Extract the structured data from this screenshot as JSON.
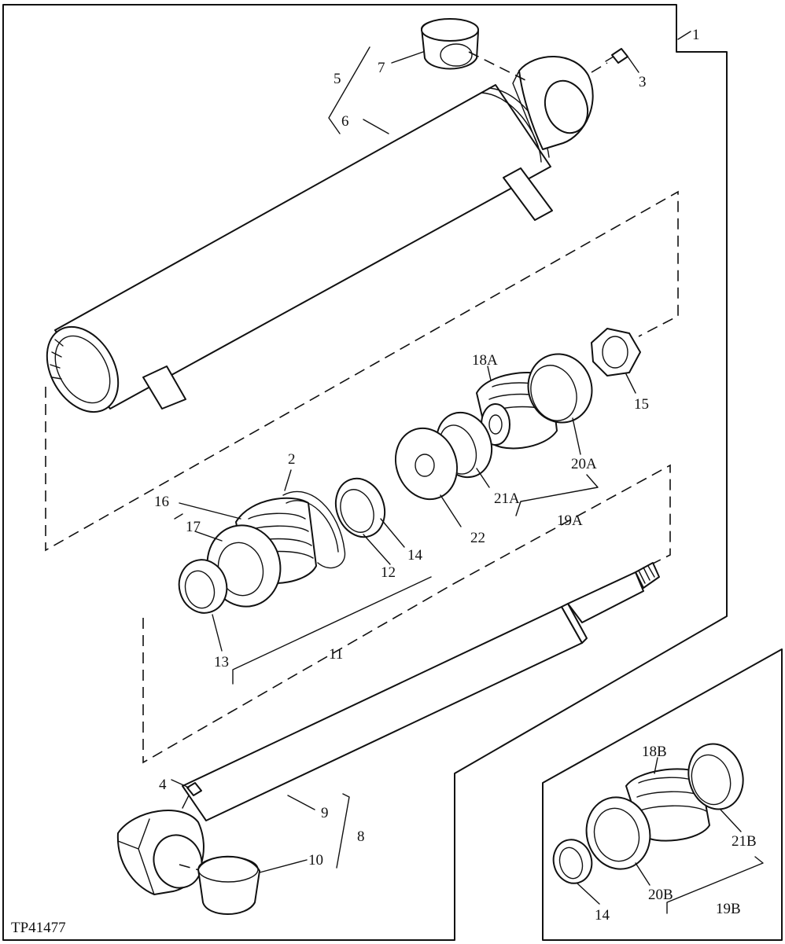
{
  "figure_id": "TP41477",
  "labels": {
    "l1": "1",
    "l2": "2",
    "l3": "3",
    "l4": "4",
    "l5": "5",
    "l6": "6",
    "l7": "7",
    "l8": "8",
    "l9": "9",
    "l10": "10",
    "l11": "11",
    "l12": "12",
    "l13": "13",
    "l14": "14",
    "l15": "15",
    "l16": "16",
    "l17": "17",
    "l18a": "18A",
    "l19a": "19A",
    "l20a": "20A",
    "l21a": "21A",
    "l22": "22",
    "l18b": "18B",
    "l19b": "19B",
    "l20b": "20B",
    "l21b": "21B",
    "l14b": "14"
  }
}
